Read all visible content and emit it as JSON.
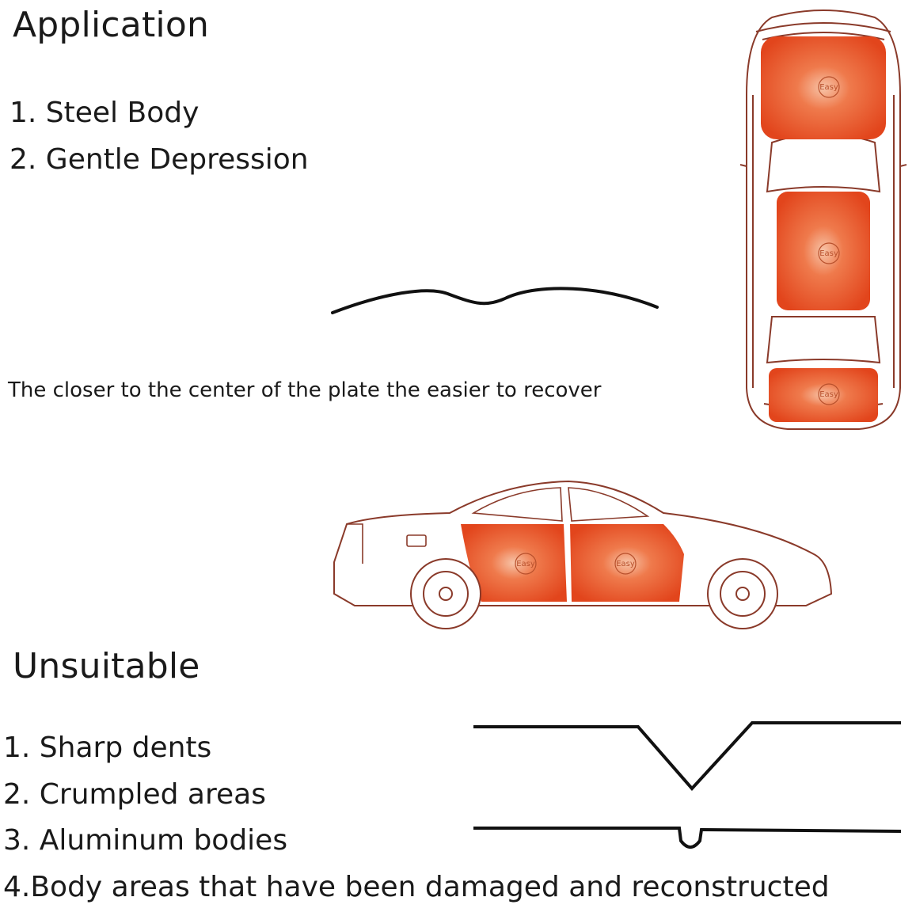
{
  "application": {
    "title": "Application",
    "items": [
      "1. Steel Body",
      "2. Gentle Depression"
    ]
  },
  "note": "The closer to the center of the plate the easier to recover",
  "badge_label": "Easy",
  "unsuitable": {
    "title": "Unsuitable",
    "items": [
      "1. Sharp dents",
      "2. Crumpled areas",
      "3. Aluminum bodies",
      "4.Body areas that have been damaged and reconstructed"
    ]
  },
  "colors": {
    "panel_highlight": "#e8491f",
    "outline": "#8a3a2a",
    "text": "#1a1a1a",
    "line": "#111111"
  }
}
